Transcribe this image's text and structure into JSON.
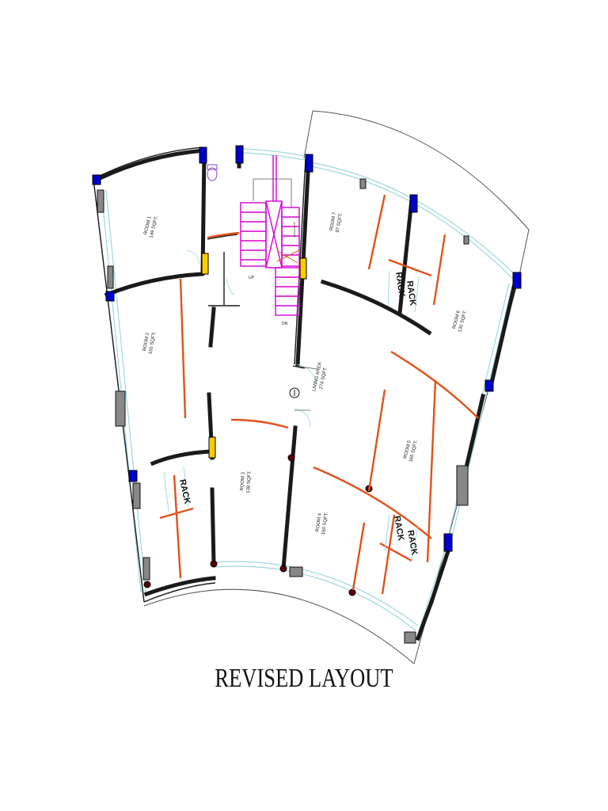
{
  "title": "REVISED LAYOUT",
  "rooms": [
    {
      "id": "room1",
      "name": "ROOM 1",
      "area": "149 SQFT."
    },
    {
      "id": "room2",
      "name": "ROOM 2",
      "area": "155 SQFT."
    },
    {
      "id": "room3",
      "name": "ROOM 3",
      "area": "138 SQFT."
    },
    {
      "id": "room4",
      "name": "ROOM 4",
      "area": "160 SQFT."
    },
    {
      "id": "room5",
      "name": "ROOM 5",
      "area": "165 SQFT."
    },
    {
      "id": "room6",
      "name": "ROOM 6",
      "area": "130 SQFT."
    },
    {
      "id": "room7",
      "name": "ROOM 7",
      "area": "97 SQFT."
    },
    {
      "id": "living",
      "name": "LIVING AREA",
      "area": "274 SQFT."
    }
  ],
  "labels": {
    "rack": "RACK",
    "up": "UP",
    "down": "DN"
  },
  "colors": {
    "wall": "#1a1a1a",
    "column": "#0000cc",
    "column_yellow": "#ffcc00",
    "partition": "#e0521c",
    "stair": "#d400d4",
    "window": "#9ed8dc",
    "outline": "#555555"
  }
}
